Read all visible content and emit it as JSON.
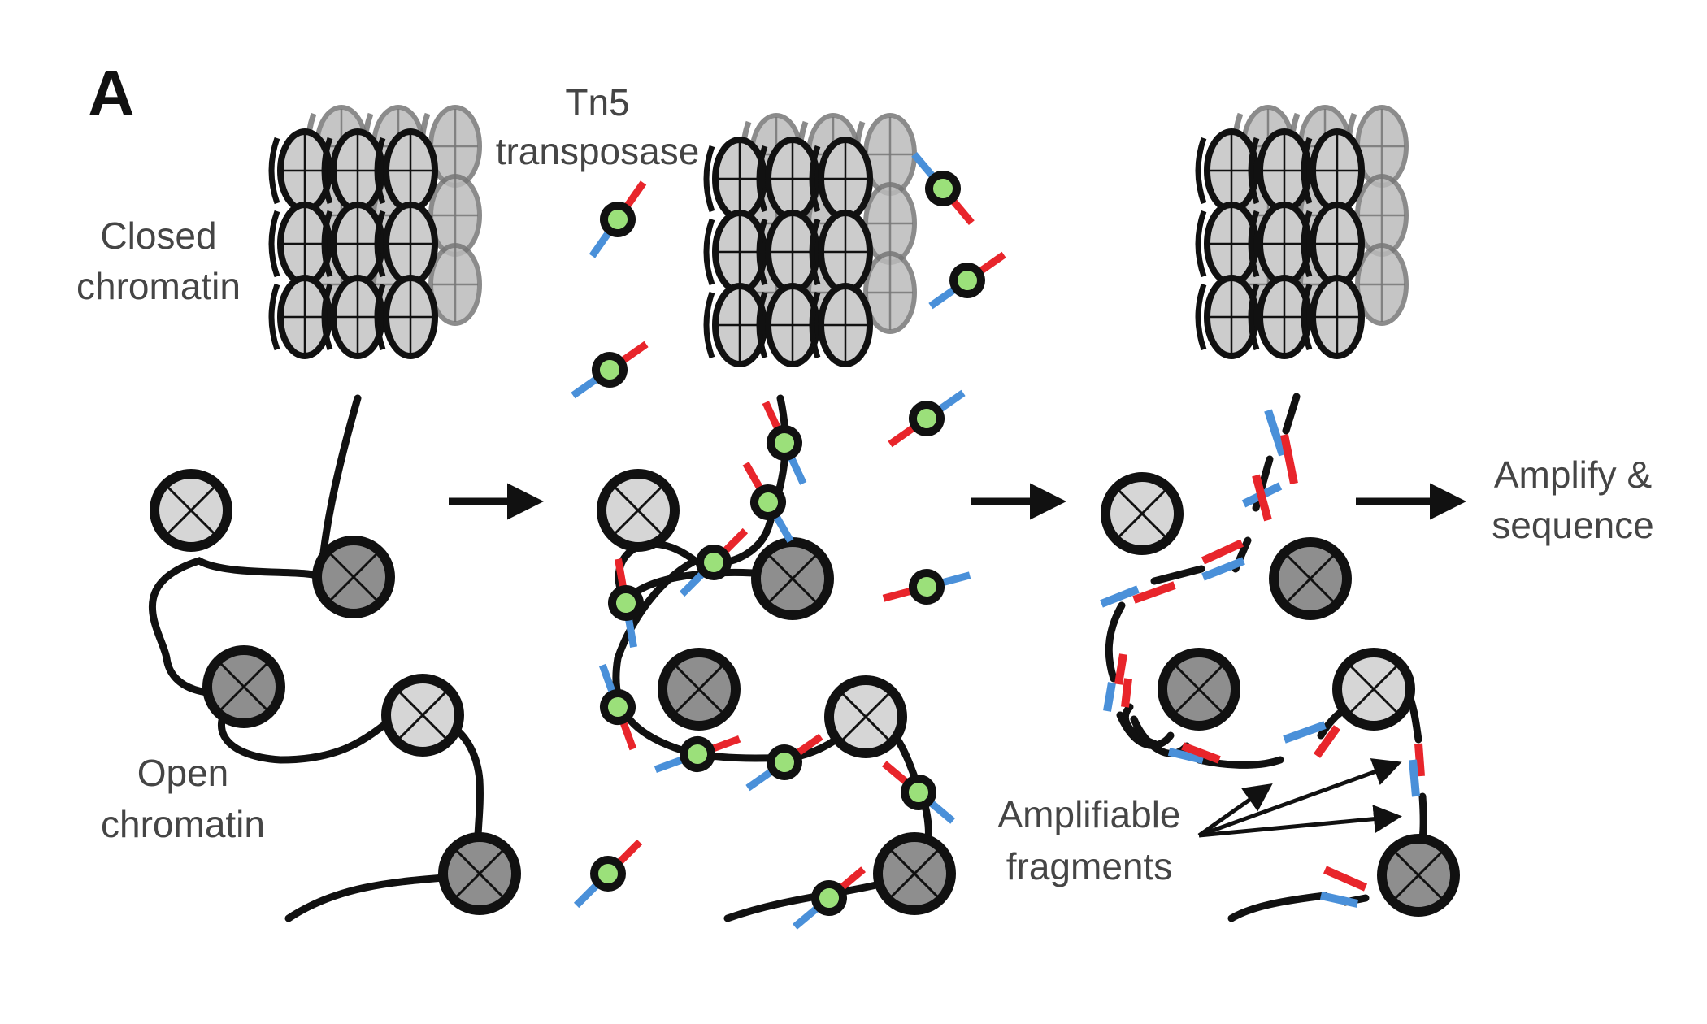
{
  "figure": {
    "panel_letter": "A",
    "labels": {
      "closed_chromatin": [
        "Closed",
        "chromatin"
      ],
      "open_chromatin": [
        "Open",
        "chromatin"
      ],
      "tn5": [
        "Tn5",
        "transposase"
      ],
      "amplify": [
        "Amplify &",
        "sequence"
      ],
      "fragments": [
        "Amplifiable",
        "fragments"
      ]
    }
  },
  "colors": {
    "dna": "#111111",
    "nucleosome_light": "#d6d6d6",
    "nucleosome_dark": "#8e8e8e",
    "adapter_red": "#e8252b",
    "adapter_blue": "#4a90d9",
    "tn5_core": "#9be07a",
    "closed_fill": "#bbbbbb"
  }
}
